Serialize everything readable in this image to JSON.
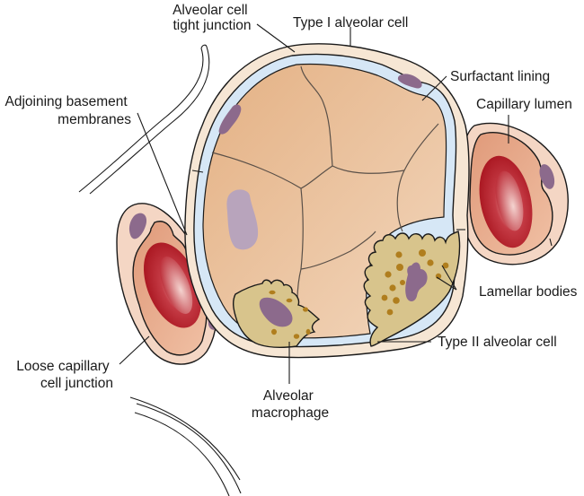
{
  "diagram": {
    "subject": "Alveolus cross-section with adjacent capillaries",
    "labels": {
      "tight_junction": [
        "Alveolar cell",
        "tight junction"
      ],
      "type1": [
        "Type I alveolar cell"
      ],
      "surfactant": [
        "Surfactant lining"
      ],
      "capillary_lumen": [
        "Capillary lumen"
      ],
      "basement": [
        "Adjoining basement",
        "membranes"
      ],
      "lamellar": [
        "Lamellar bodies"
      ],
      "type2": [
        "Type II alveolar cell"
      ],
      "loose_junction": [
        "Loose capillary",
        "cell junction"
      ],
      "macrophage": [
        "Alveolar",
        "macrophage"
      ]
    },
    "colors": {
      "type1_cell": "#f6e6d4",
      "surfactant": "#d6e7f6",
      "alveolar_space": "#e6b88c",
      "alveolar_space_light": "#f0d2b4",
      "nucleus": "#8c6a8c",
      "nucleus_faded": "#b8a4bc",
      "type2_cytoplasm": "#d8c48c",
      "lamellar_body": "#b07e1e",
      "capillary_outer": "#f2d0bc",
      "capillary_wall": "#e0a080",
      "blood_red": "#b8202c",
      "blood_red_light": "#e8a0a0"
    }
  }
}
